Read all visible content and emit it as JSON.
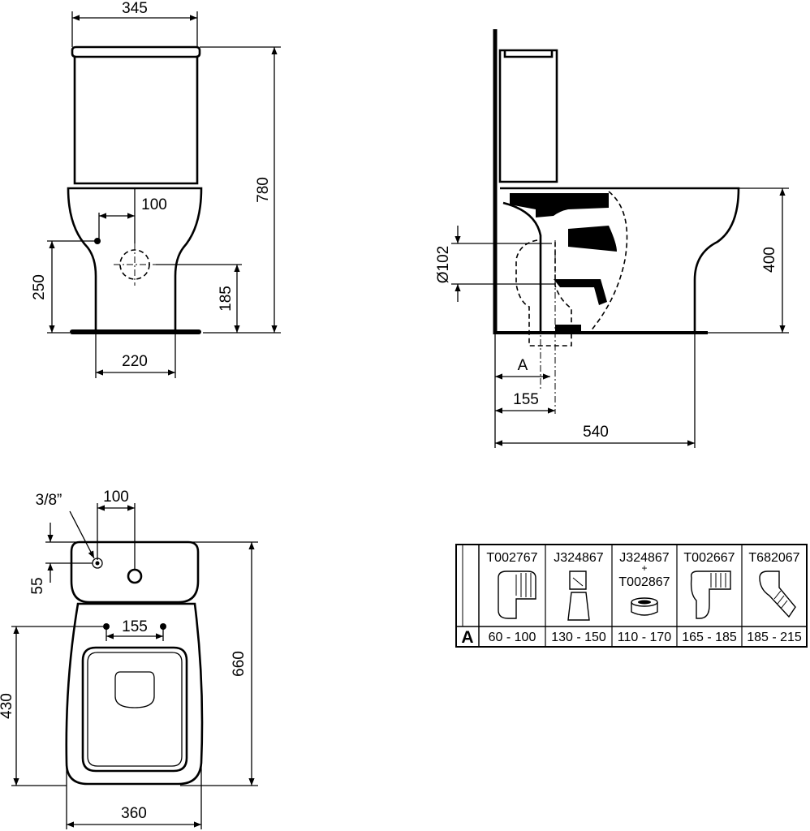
{
  "front_view": {
    "width_top": "345",
    "height_total": "780",
    "inlet_offset": "100",
    "inlet_height": "250",
    "outlet_height": "185",
    "base_width": "220"
  },
  "side_view": {
    "pipe_diameter": "Ø102",
    "bowl_height": "400",
    "dim_a": "A",
    "wall_to_outlet": "155",
    "depth": "540"
  },
  "top_view": {
    "thread": "3/8”",
    "inlet_offset": "100",
    "inlet_depth": "55",
    "fixing_spacing": "155",
    "fixing_depth": "430",
    "length": "660",
    "width": "360"
  },
  "connector_table": {
    "row_label": "A",
    "columns": [
      {
        "code": "T002767",
        "code_extra": "",
        "range": "60 - 100",
        "icon": "pan-connector-90-icon"
      },
      {
        "code": "J324867",
        "code_extra": "",
        "range": "130 - 150",
        "icon": "straight-connector-icon"
      },
      {
        "code": "J324867",
        "plus": "+",
        "code_extra": "T002867",
        "range": "110 - 170",
        "icon": "connector-with-extension-icon"
      },
      {
        "code": "T002667",
        "code_extra": "",
        "range": "165 - 185",
        "icon": "offset-connector-icon"
      },
      {
        "code": "T682067",
        "code_extra": "",
        "range": "185 - 215",
        "icon": "angled-connector-icon"
      }
    ]
  }
}
